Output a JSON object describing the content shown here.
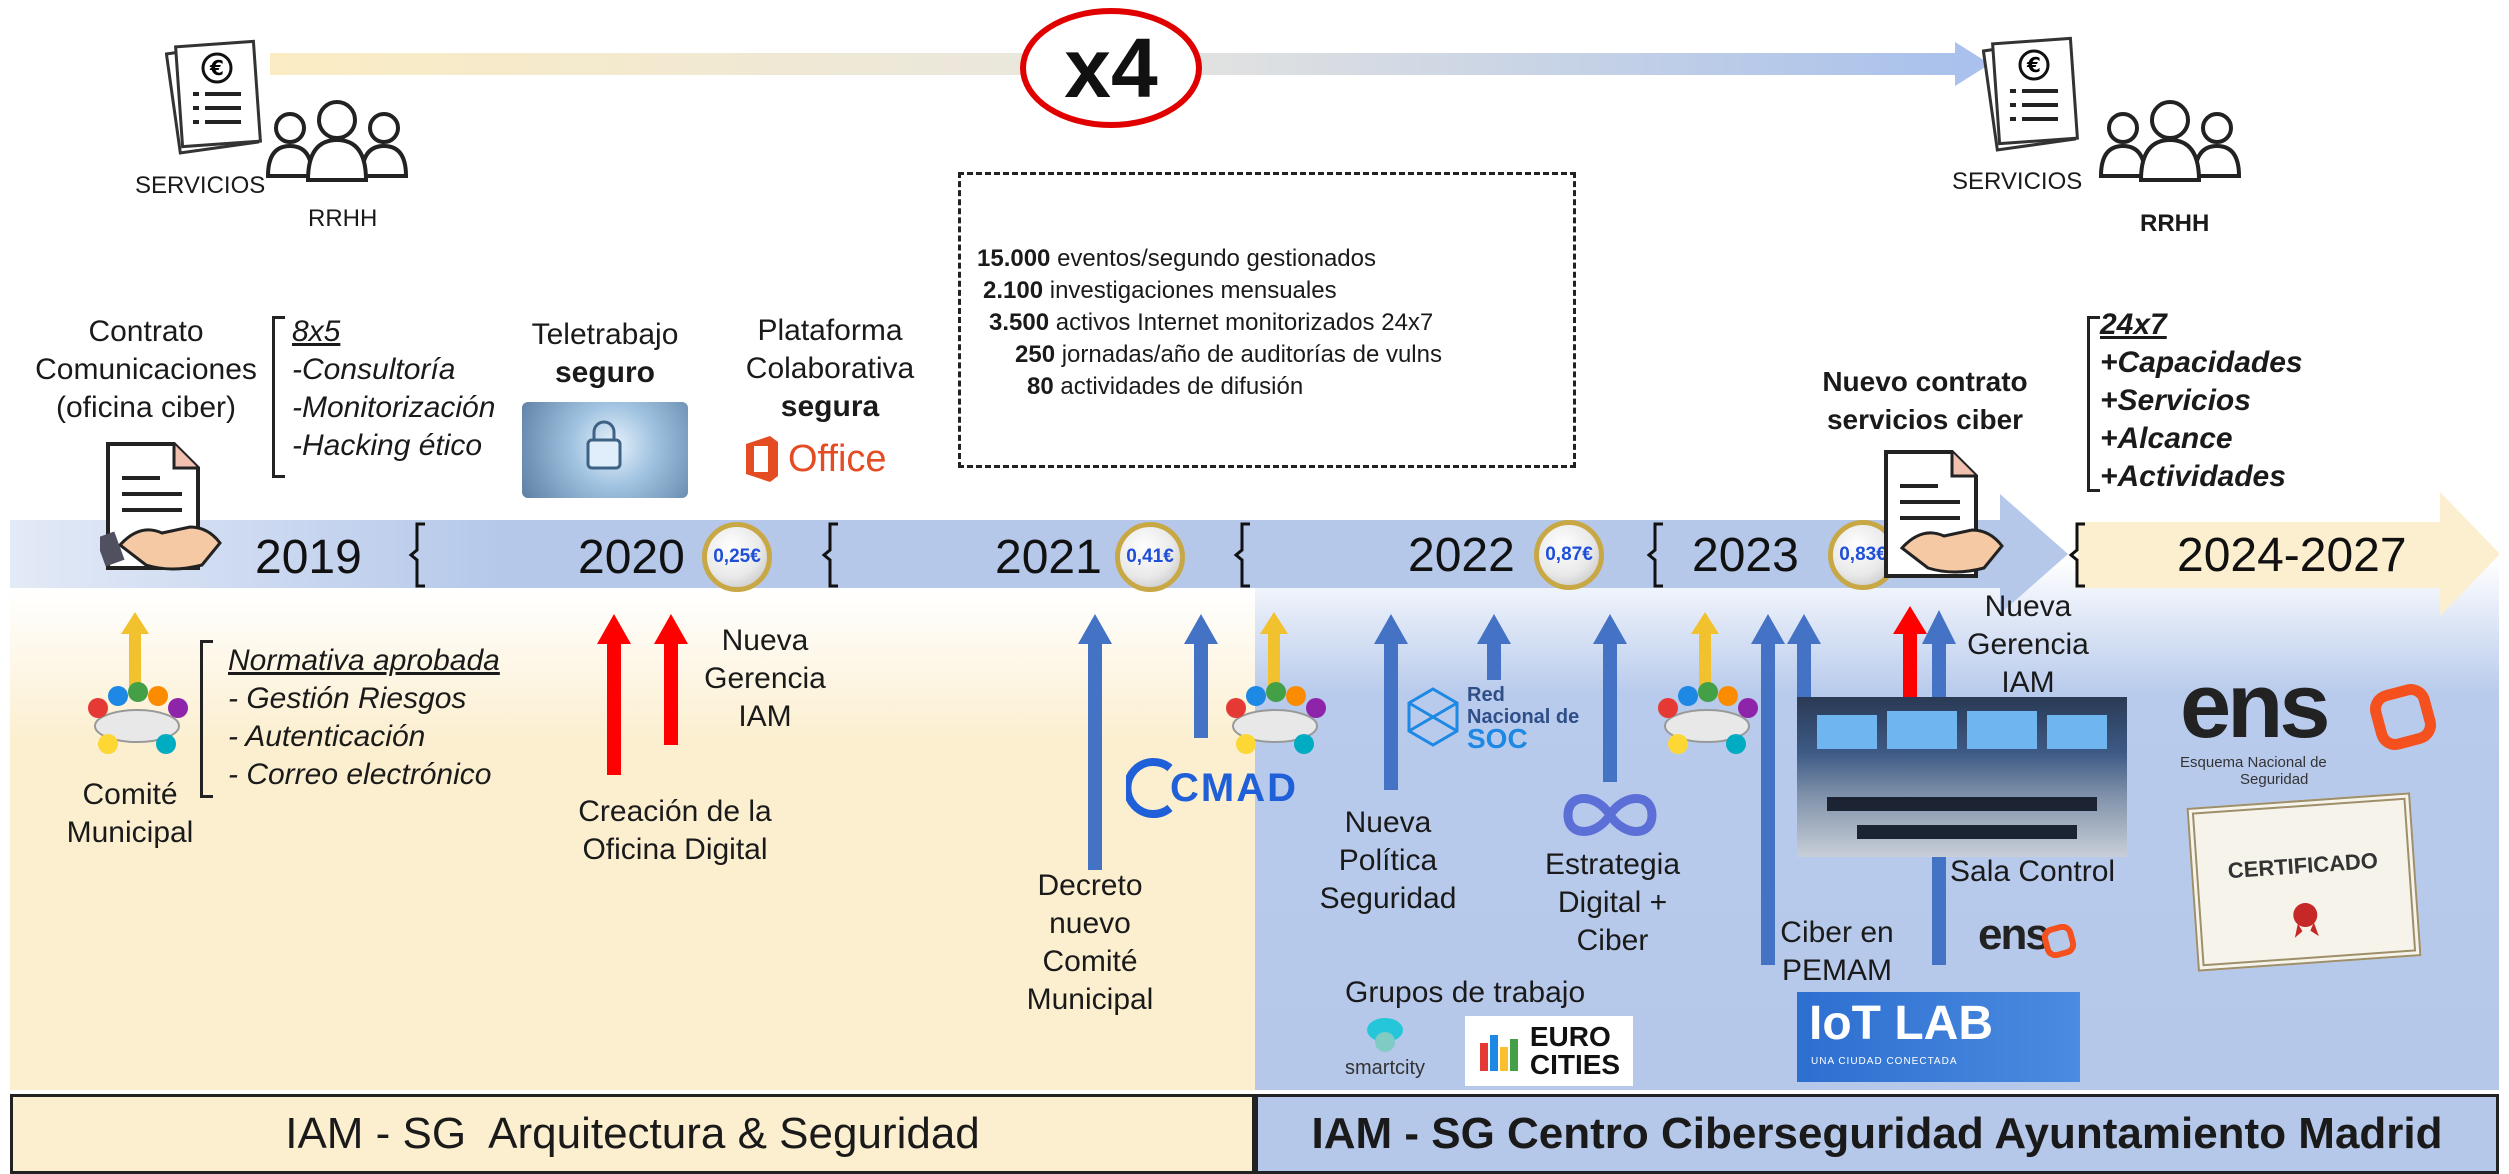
{
  "top": {
    "multiplier": "x4",
    "left_services_label": "SERVICIOS",
    "left_rrhh_label": "RRHH",
    "right_services_label": "SERVICIOS",
    "right_rrhh_label": "RRHH"
  },
  "stats_box": {
    "lines": [
      {
        "num": "15.000",
        "text": "eventos/segundo gestionados"
      },
      {
        "num": "2.100",
        "text": "investigaciones mensuales"
      },
      {
        "num": "3.500",
        "text": "activos Internet monitorizados 24x7"
      },
      {
        "num": "250",
        "text": "jornadas/año de auditorías de vulns"
      },
      {
        "num": "80",
        "text": "actividades de difusión"
      }
    ]
  },
  "timeline": {
    "years": [
      "2019",
      "2020",
      "2021",
      "2022",
      "2023",
      "2024-2027"
    ],
    "coins": [
      "0,25€",
      "0,41€",
      "0,87€",
      "0,83€"
    ]
  },
  "above": {
    "contract": {
      "l1": "Contrato",
      "l2": "Comunicaciones",
      "l3": "(oficina ciber)"
    },
    "contract_items": [
      "8x5",
      "-Consultoría",
      "-Monitorización",
      "-Hacking ético"
    ],
    "telework": {
      "l1": "Teletrabajo",
      "l2": "seguro"
    },
    "platform": {
      "l1": "Plataforma",
      "l2": "Colaborativa",
      "l3": "segura",
      "logo": "Office"
    },
    "new_contract": {
      "l1": "Nuevo contrato",
      "l2": "servicios ciber"
    },
    "future_items": [
      "24x7",
      "+Capacidades",
      "+Servicios",
      "+Alcance",
      "+Actividades"
    ]
  },
  "below": {
    "committee": {
      "l1": "Comité",
      "l2": "Municipal"
    },
    "norms_title": "Normativa aprobada",
    "norms": [
      "- Gestión Riesgos",
      "- Autenticación",
      "- Correo electrónico"
    ],
    "digital_office": {
      "l1": "Creación de la",
      "l2": "Oficina Digital"
    },
    "new_management_1": {
      "l1": "Nueva",
      "l2": "Gerencia",
      "l3": "IAM"
    },
    "decree": {
      "l1": "Decreto",
      "l2": "nuevo",
      "l3": "Comité",
      "l4": "Municipal"
    },
    "cmad_logo": "CMAD",
    "policy": {
      "l1": "Nueva",
      "l2": "Política",
      "l3": "Seguridad"
    },
    "soc_logo": {
      "l1": "Red",
      "l2": "Nacional de",
      "l3": "SOC"
    },
    "strategy": {
      "l1": "Estrategia",
      "l2": "Digital +",
      "l3": "Ciber"
    },
    "workgroups": "Grupos de trabajo",
    "smartcity_logo": "smartcity",
    "eurocities_logo": {
      "l1": "EURO",
      "l2": "CITIES"
    },
    "ciber_pemam": {
      "l1": "Ciber en",
      "l2": "PEMAM"
    },
    "new_management_2": {
      "l1": "Nueva",
      "l2": "Gerencia",
      "l3": "IAM"
    },
    "control_room": "Sala Control",
    "iot_logo": {
      "l1": "IoT",
      "l2": "LAB",
      "l3": "UNA CIUDAD CONECTADA"
    },
    "ens_logo": {
      "word": "ens",
      "l1": "Esquema Nacional de",
      "l2": "Seguridad"
    },
    "certificate": "CERTIFICADO"
  },
  "footer": {
    "left": "IAM - SG  Arquitectura & Seguridad",
    "right": "IAM - SG Centro Ciberseguridad Ayuntamiento Madrid"
  },
  "colors": {
    "cream": "#fcefd0",
    "blue_band": "#b6c8ea",
    "arrow_blue": "#4472c4",
    "red": "#ff0000",
    "gold": "#f2c12e"
  }
}
